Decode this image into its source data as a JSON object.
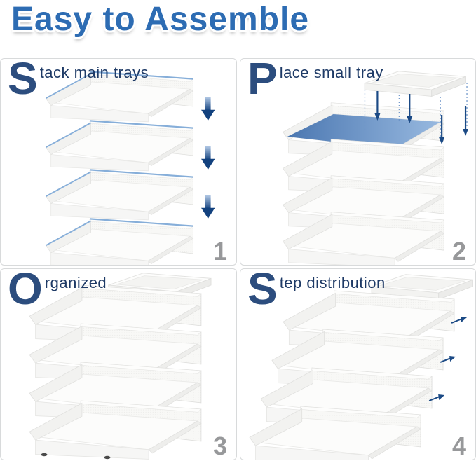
{
  "title": "Easy to Assemble",
  "panels": [
    {
      "step": "1",
      "dropcap": "S",
      "label": "tack main trays"
    },
    {
      "step": "2",
      "dropcap": "P",
      "label": "lace small tray"
    },
    {
      "step": "3",
      "dropcap": "O",
      "label": "rganized"
    },
    {
      "step": "4",
      "dropcap": "S",
      "label": "tep distribution"
    }
  ],
  "icons": {
    "down-arrow-icon": "large gradient blue arrow pointing down",
    "placement-arrow-icon": "thin navy arrow pointing down",
    "guide-line": "dashed blue vertical alignment line",
    "step-arrow-icon": "small navy diagonal arrow pointing upper-right"
  },
  "colors": {
    "title_blue": "#2d6cb3",
    "dropcap_navy": "#2c4d7e",
    "label_navy": "#1e3a66",
    "step_number_gray": "#97989a",
    "panel_border": "#d8dadb",
    "tray_rim_highlight_blue": "#86aed9",
    "arrow_blue_dark": "#12417e",
    "arrow_blue_light": "#b7cde9",
    "landing_zone_blue": "#3c6cab",
    "tray_body_white": "#f6f6f4"
  }
}
